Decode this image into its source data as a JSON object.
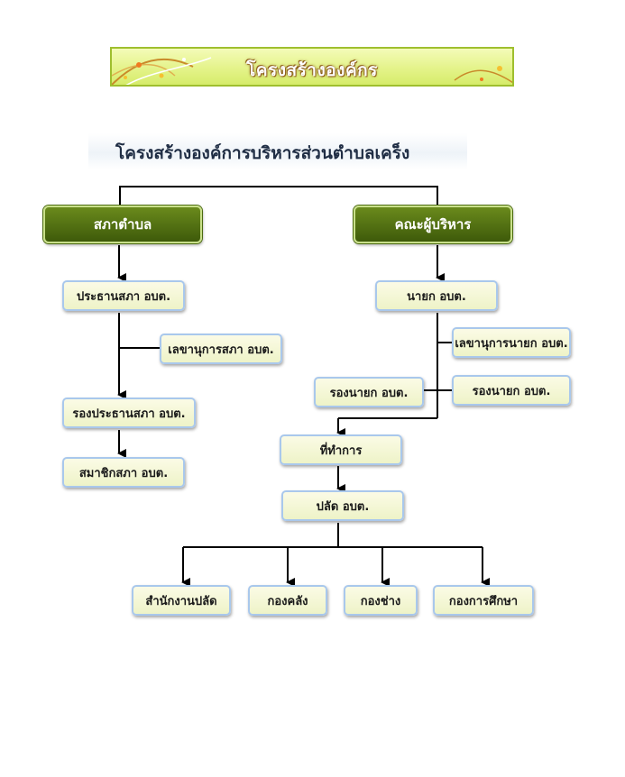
{
  "banner": {
    "title": "โครงสร้างองค์กร"
  },
  "chart": {
    "title": "โครงสร้างองค์การบริหารส่วนตำบลเคร็ง"
  },
  "nodes": {
    "council": "สภาตำบล",
    "executive": "คณะผู้บริหาร",
    "council_president": "ประธานสภา อบต.",
    "council_secretary": "เลขานุการสภา อบต.",
    "council_vice_president": "รองประธานสภา อบต.",
    "council_member": "สมาชิกสภา อบต.",
    "mayor": "นายก อบต.",
    "mayor_secretary": "เลขานุการนายก อบต.",
    "deputy_mayor_left": "รองนายก อบต.",
    "deputy_mayor_right": "รองนายก อบต.",
    "office": "ที่ทำการ",
    "chief_administrator": "ปลัด อบต.",
    "dept_admin_office": "สำนักงานปลัด",
    "dept_finance": "กองคลัง",
    "dept_engineering": "กองช่าง",
    "dept_education": "กองการศึกษา"
  },
  "colors": {
    "head_fill": "#4d6b12",
    "box_fill": "#f3f6d6",
    "box_border": "#a9c8ec",
    "line": "#000000",
    "banner_fill": "#e4f38a"
  }
}
